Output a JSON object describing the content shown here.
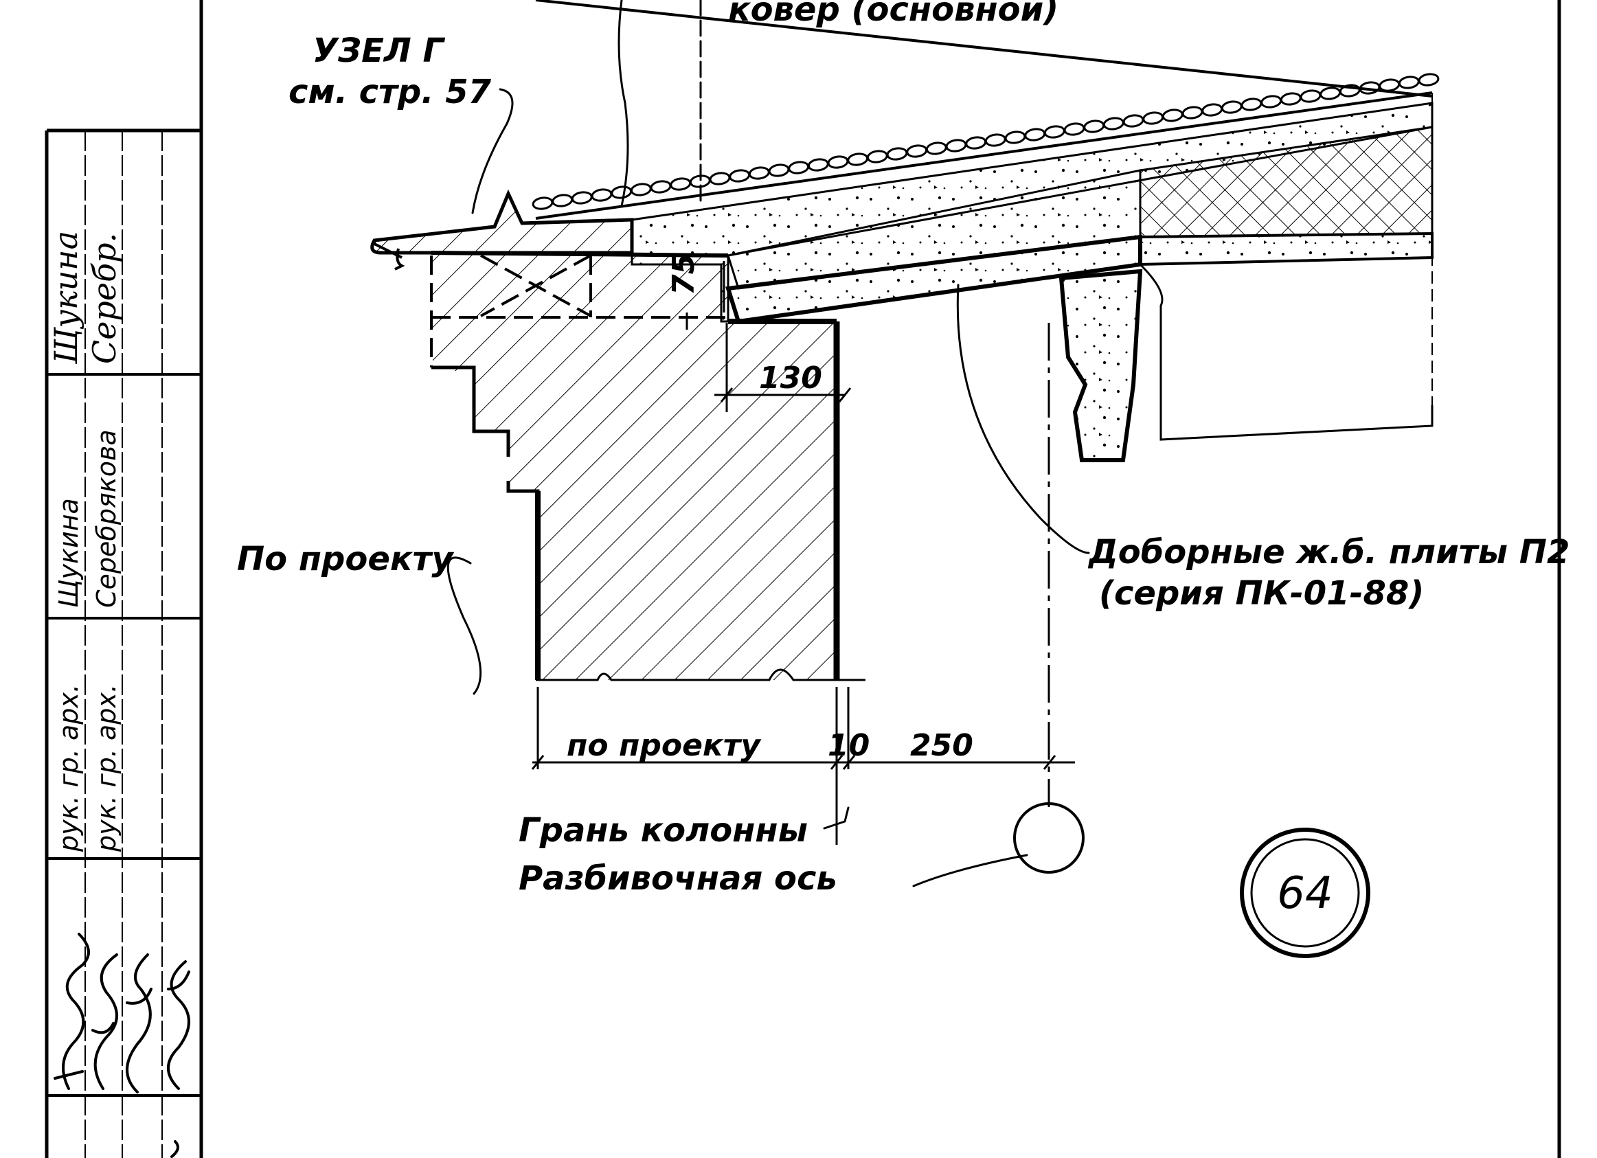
{
  "labels": {
    "kover": "ковер (основной)",
    "uzel_line1": "УЗЕЛ Г",
    "uzel_line2": "см. стр. 57",
    "po_proektu_left": "По проекту",
    "dobornye_line1": "Доборные ж.б. плиты П2",
    "dobornye_line2": "(серия ПК-01-88)",
    "gran_kolonny": "Грань колонны",
    "razbivochnaya_os": "Разбивочная ось"
  },
  "dimensions": {
    "d75": "75",
    "d130": "130",
    "po_proektu": "по проекту",
    "d10": "10",
    "d250": "250"
  },
  "sheet": {
    "number": "64"
  },
  "title_block": {
    "role1": "рук. гр. арх.",
    "role2": "рук. гр. арх.",
    "name1": "Щукина",
    "name2": "Серебрякова",
    "sign1": "Щукина",
    "sign2": "Серебр."
  }
}
